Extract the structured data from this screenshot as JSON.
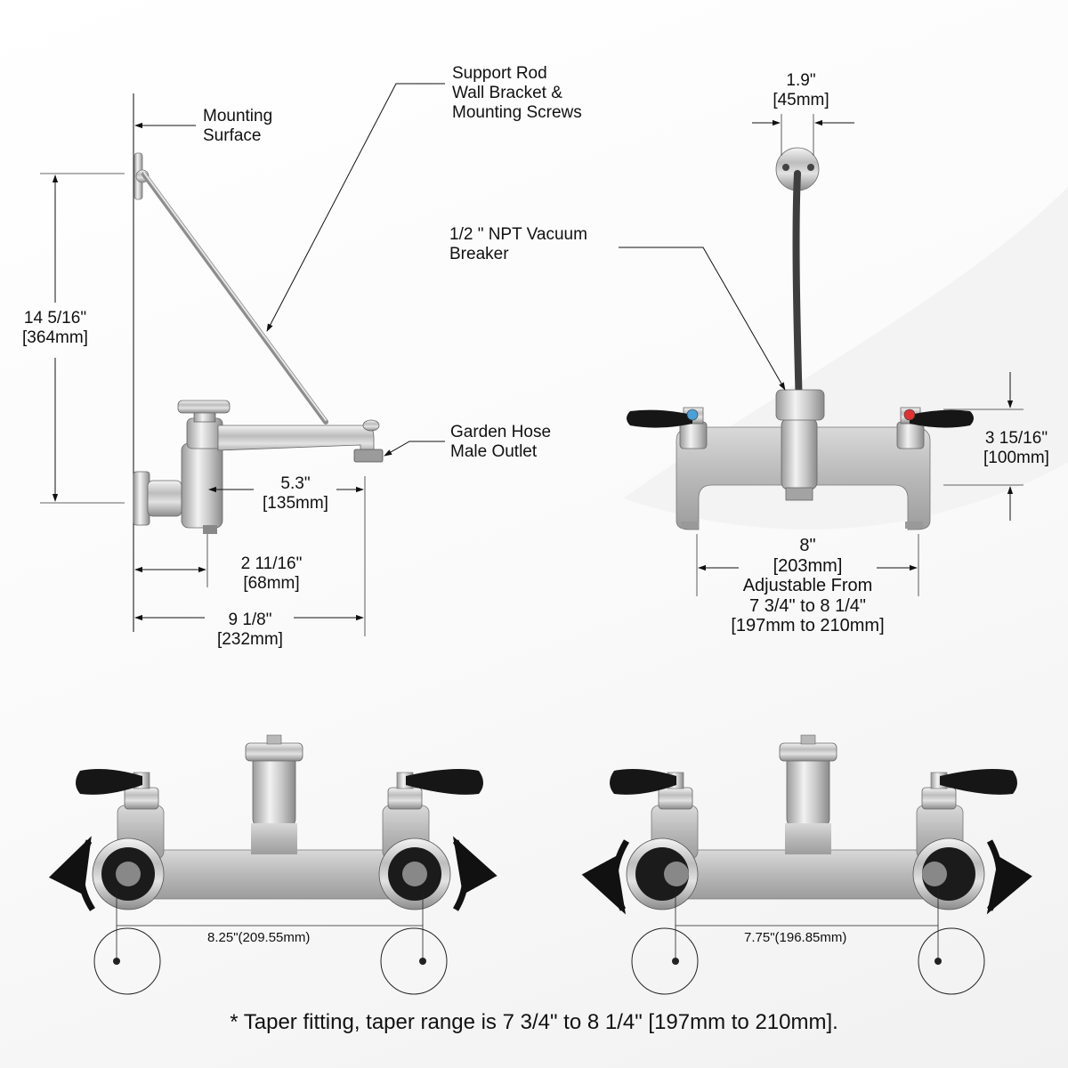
{
  "side_view": {
    "mounting_surface": [
      "Mounting",
      "Surface"
    ],
    "support_rod": [
      "Support Rod",
      "Wall Bracket &",
      "Mounting Screws"
    ],
    "height_dim": [
      "14 5/16\"",
      "[364mm]"
    ],
    "garden_hose": [
      "Garden Hose",
      "Male Outlet"
    ],
    "spout_dim": [
      "5.3\"",
      "[135mm]"
    ],
    "valve_dim": [
      "2 11/16\"",
      "[68mm]"
    ],
    "total_dim": [
      "9 1/8\"",
      "[232mm]"
    ]
  },
  "front_view": {
    "bracket_dim": [
      "1.9\"",
      "[45mm]"
    ],
    "vacuum_breaker": [
      "1/2 \" NPT  Vacuum",
      "Breaker"
    ],
    "body_height_dim": [
      "3 15/16\"",
      "[100mm]"
    ],
    "center_dim": [
      "8\"",
      "[203mm]",
      "Adjustable From",
      "7 3/4\" to 8 1/4\"",
      "[197mm to 210mm]"
    ]
  },
  "bottom_views": {
    "left_spacing": "8.25\"(209.55mm)",
    "right_spacing": "7.75\"(196.85mm)"
  },
  "footnote": "* Taper fitting, taper range is 7 3/4\" to 8 1/4\" [197mm to 210mm]."
}
